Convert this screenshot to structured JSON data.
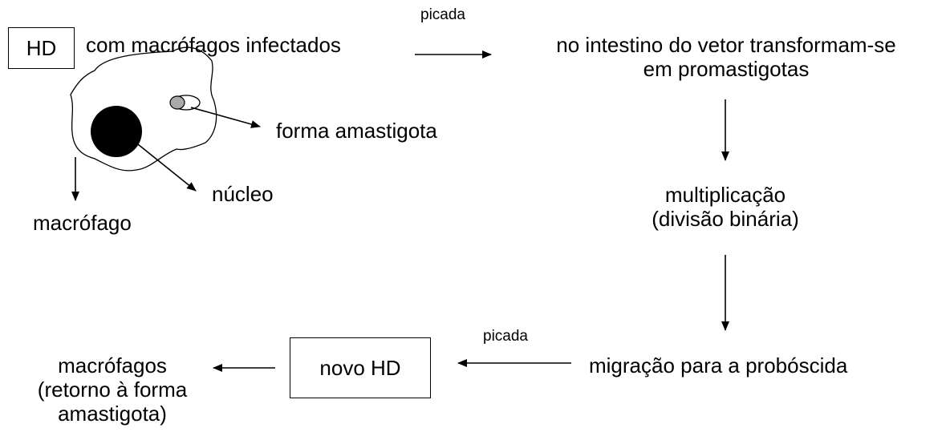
{
  "hd_box": "HD",
  "macrophage_source": "com macrófagos infectados",
  "bite_label_top": "picada",
  "vector_gut": [
    "no intestino do vetor transformam-se",
    "em promastigotas"
  ],
  "amastigote_label": "forma amastigota",
  "nucleus_label": "núcleo",
  "macrophage_label": "macrófago",
  "multiplication": [
    "multiplicação",
    "(divisão binária)"
  ],
  "migration": "migração para a probóscida",
  "bite_label_bottom": "picada",
  "new_host": "novo HD",
  "return_macrophages": [
    "macrófagos",
    "(retorno à forma",
    "amastigota)"
  ]
}
